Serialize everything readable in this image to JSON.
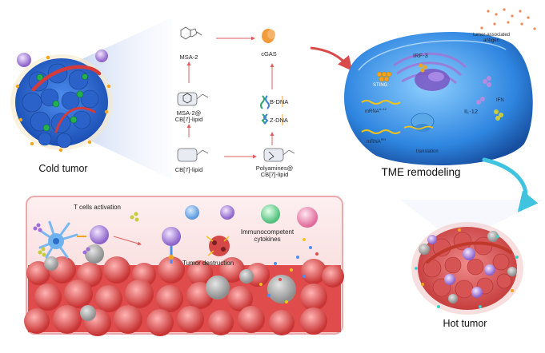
{
  "tumors": {
    "cold": "Cold tumor",
    "hot": "Hot tumor"
  },
  "remodeling": "TME remodeling",
  "chemistry": {
    "msa2": "MSA-2",
    "msa2_complex": [
      "MSA-2@",
      "CB[7]-lipid"
    ],
    "cb7": "CB[7]-lipid",
    "polyamines": [
      "Polyamines@",
      "CB[7]-lipid"
    ],
    "bdna": "B-DNA",
    "zdna": "Z-DNA",
    "cgas": "cGAS"
  },
  "cell": {
    "irf3": "IRF-3",
    "sting": "STING",
    "antigen": [
      "tumor-associated",
      "antigen"
    ],
    "ifn": "IFN",
    "il12": "IL-12",
    "mrna_il12": "mRNA",
    "mrna_il12_sup": "IL-12",
    "mrna_ifn": "mRNA",
    "mrna_ifn_sup": "IFN",
    "translation": "translation"
  },
  "bottom": {
    "tcell": "T cells activation",
    "destruction": "Tumor destruction",
    "cytokines": [
      "Immunocompetent",
      "cytokines"
    ]
  },
  "colors": {
    "tumor_red": "#d9534f",
    "cell_blue": "#2f7fd6",
    "arrow_red": "#d94a4a",
    "arrow_cyan": "#3fc3df"
  }
}
